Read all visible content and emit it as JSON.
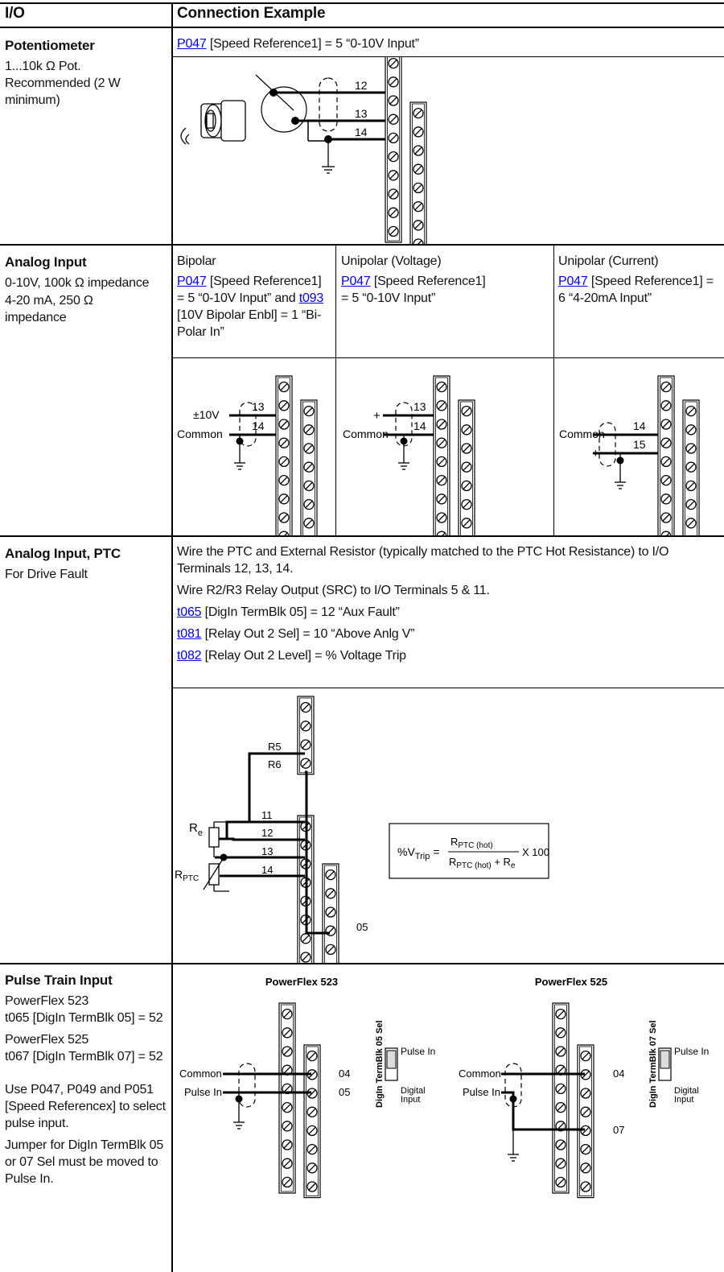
{
  "header": {
    "col_io": "I/O",
    "col_example": "Connection Example"
  },
  "pot": {
    "title": "Potentiometer",
    "desc": "1...10k Ω Pot. Recommended (2 W minimum)",
    "link": "P047",
    "text": " [Speed Reference1] = 5 “0-10V Input”",
    "terminals": [
      "12",
      "13",
      "14"
    ]
  },
  "analog": {
    "title": "Analog Input",
    "line1": "0-10V, 100k Ω impedance",
    "line2": "4-20 mA, 250 Ω impedance",
    "bipolar": {
      "heading": "Bipolar",
      "link1": "P047",
      "text1": " [Speed Reference1] = 5 “0-10V Input” and ",
      "link2": "t093",
      "text2": " [10V Bipolar Enbl] = 1 “Bi-Polar In”",
      "label_top": "±10V",
      "label_bottom": "Common",
      "t1": "13",
      "t2": "14"
    },
    "unipolar_v": {
      "heading": "Unipolar (Voltage)",
      "link": "P047",
      "text": " [Speed Reference1] = 5 “0-10V Input”",
      "label_top": "+",
      "label_bottom": "Common",
      "t1": "13",
      "t2": "14"
    },
    "unipolar_c": {
      "heading": "Unipolar (Current)",
      "link": "P047",
      "text": " [Speed Reference1] = 6 “4-20mA Input”",
      "label_top": "Common",
      "label_bottom": "+",
      "t1": "14",
      "t2": "15"
    }
  },
  "ptc": {
    "title": "Analog Input, PTC",
    "sub": "For Drive Fault",
    "line1": "Wire the PTC and External Resistor (typically matched to the PTC Hot Resistance) to I/O Terminals 12, 13, 14.",
    "line2": "Wire R2/R3 Relay Output (SRC) to I/O Terminals 5 & 11.",
    "l3_link": "t065",
    "l3_text": " [DigIn TermBlk 05] = 12 “Aux Fault”",
    "l4_link": "t081",
    "l4_text": " [Relay Out 2 Sel] = 10 “Above Anlg V”",
    "l5_link": "t082",
    "l5_text": " [Relay Out 2 Level] = % Voltage Trip",
    "diagram": {
      "r5": "R5",
      "r6": "R6",
      "t11": "11",
      "t12": "12",
      "t13": "13",
      "t14": "14",
      "t05": "05",
      "re": "R",
      "re_sub": "e",
      "rptc": "R",
      "rptc_sub": "PTC",
      "formula_lhs": "%V",
      "formula_lhs_sub": "Trip",
      "formula_num": "PTC (hot)",
      "formula_den_a": "PTC (hot)",
      "formula_den_b": " + R",
      "formula_den_sub": "e",
      "formula_mult": "X 100"
    }
  },
  "pulse": {
    "title": "Pulse Train Input",
    "p1": "PowerFlex 523",
    "p2": "t065 [DigIn TermBlk 05] = 52",
    "p3": "PowerFlex 525",
    "p4": "t067 [DigIn TermBlk 07] = 52",
    "p5": "Use P047, P049 and P051 [Speed Referencex] to select pulse input.",
    "p6": "Jumper for DigIn TermBlk 05 or 07 Sel must be moved to Pulse In.",
    "left": {
      "title": "PowerFlex 523",
      "common": "Common",
      "pulse": "Pulse In",
      "t1": "04",
      "t2": "05",
      "sel": "DigIn TermBlk 05 Sel",
      "pulse_in": "Pulse In",
      "digital": "Digital",
      "input": "Input"
    },
    "right": {
      "title": "PowerFlex 525",
      "common": "Common",
      "pulse": "Pulse In",
      "t1": "04",
      "t2": "07",
      "sel": "DigIn TermBlk 07 Sel",
      "pulse_in": "Pulse In",
      "digital": "Digital",
      "input": "Input"
    }
  }
}
